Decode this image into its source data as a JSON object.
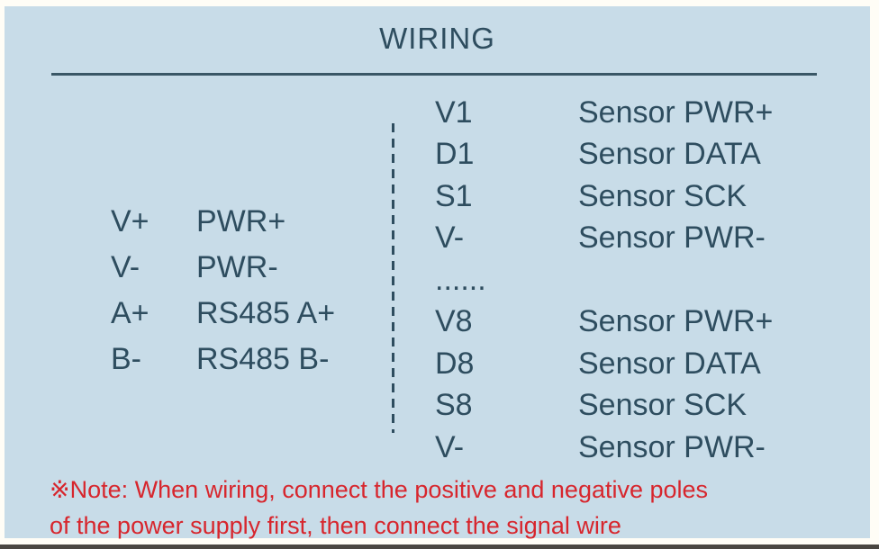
{
  "title": "WIRING",
  "colors": {
    "page_background": "#fffdf6",
    "panel_background": "#c8dce8",
    "text": "#2e4d5f",
    "divider": "#3a5766",
    "note_red": "#d7262d",
    "bottom_strip": "#4a4641"
  },
  "left_table": {
    "rows": [
      {
        "pin": "V+",
        "label": "PWR+"
      },
      {
        "pin": "V-",
        "label": "PWR-"
      },
      {
        "pin": "A+",
        "label": "RS485 A+"
      },
      {
        "pin": "B-",
        "label": "RS485 B-"
      }
    ]
  },
  "right_table": {
    "rows": [
      {
        "pin": "V1",
        "label": "Sensor PWR+"
      },
      {
        "pin": "D1",
        "label": "Sensor DATA"
      },
      {
        "pin": "S1",
        "label": "Sensor SCK"
      },
      {
        "pin": "V-",
        "label": "Sensor PWR-"
      },
      {
        "pin": "......",
        "label": ""
      },
      {
        "pin": "V8",
        "label": "Sensor PWR+"
      },
      {
        "pin": "D8",
        "label": "Sensor DATA"
      },
      {
        "pin": "S8",
        "label": "Sensor SCK"
      },
      {
        "pin": "V-",
        "label": "Sensor PWR-"
      }
    ]
  },
  "note": {
    "lines": [
      "※Note: When wiring, connect the positive and negative poles",
      "of the power supply first, then connect the signal wire"
    ]
  }
}
